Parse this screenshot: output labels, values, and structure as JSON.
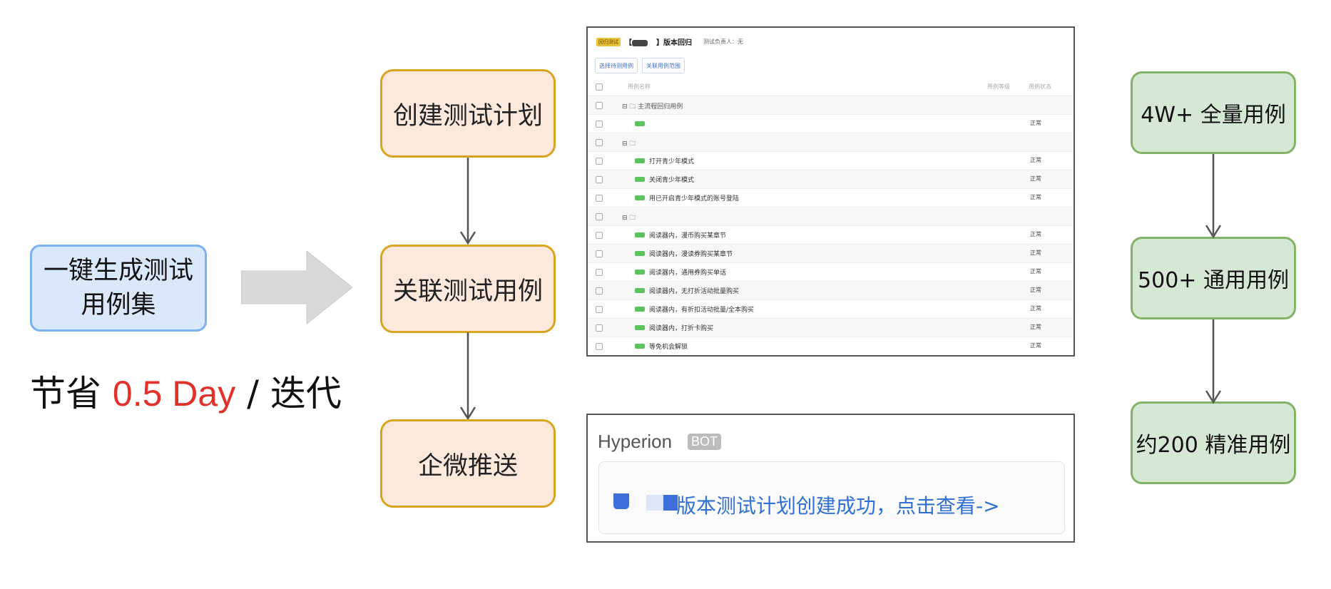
{
  "left": {
    "generate_box": "一键生成测试用例集",
    "save_prefix": "节省 ",
    "save_value": "0.5 Day",
    "save_suffix": " / 迭代"
  },
  "flow": [
    {
      "label": "创建测试计划"
    },
    {
      "label": "关联测试用例"
    },
    {
      "label": "企微推送"
    }
  ],
  "funnel": [
    {
      "label": "4W+ 全量用例"
    },
    {
      "label": "500+ 通用用例"
    },
    {
      "label": "约200 精准用例"
    }
  ],
  "panel": {
    "tag": "回归测试",
    "title_prefix": "【",
    "title_suffix": "】版本回归",
    "owner": "测试负责人：无",
    "buttons": [
      "选择待测用例",
      "关联用例范围"
    ],
    "header": {
      "name": "用例名称",
      "level": "用例等级",
      "status": "用例状态"
    },
    "rows": [
      {
        "kind": "folder",
        "name": "⊟ 🗀 主流程回归用例",
        "status": ""
      },
      {
        "kind": "case",
        "name": "",
        "status": "正常"
      },
      {
        "kind": "folder",
        "name": "⊟ 🗀",
        "status": ""
      },
      {
        "kind": "case",
        "name": "打开青少年模式",
        "status": "正常"
      },
      {
        "kind": "case",
        "name": "关闭青少年模式",
        "status": "正常"
      },
      {
        "kind": "case",
        "name": "用已开启青少年模式的账号登陆",
        "status": "正常"
      },
      {
        "kind": "folder",
        "name": "⊟ 🗀",
        "status": ""
      },
      {
        "kind": "case",
        "name": "阅读器内，漫币购买某章节",
        "status": "正常"
      },
      {
        "kind": "case",
        "name": "阅读器内，漫读券购买某章节",
        "status": "正常"
      },
      {
        "kind": "case",
        "name": "阅读器内，通用券购买单话",
        "status": "正常"
      },
      {
        "kind": "case",
        "name": "阅读器内，无打折活动批量购买",
        "status": "正常"
      },
      {
        "kind": "case",
        "name": "阅读器内，有折扣活动批量/全本购买",
        "status": "正常"
      },
      {
        "kind": "case",
        "name": "阅读器内，打折卡购买",
        "status": "正常"
      },
      {
        "kind": "case",
        "name": "等免机会解锁",
        "status": "正常"
      }
    ]
  },
  "chat": {
    "bot_name": "Hyperion",
    "bot_badge": "BOT",
    "message": "版本测试计划创建成功，点击查看->"
  }
}
